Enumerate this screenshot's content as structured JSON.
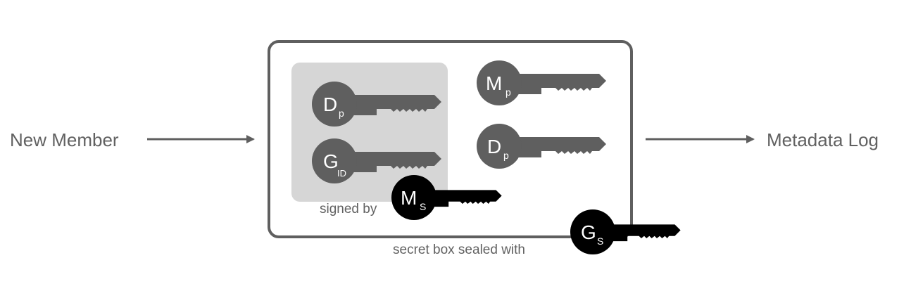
{
  "left_label": "New Member",
  "right_label": "Metadata Log",
  "signed_caption": "signed by",
  "sealed_caption": "secret box sealed with",
  "colors": {
    "gray_key": "#5f5f5f",
    "black_key": "#000000",
    "frame": "#5f5f5f",
    "panel": "#d6d6d6",
    "arrow": "#5f5f5f"
  },
  "keys": {
    "signed_key_1": {
      "main": "D",
      "sub": "p"
    },
    "signed_key_2": {
      "main": "G",
      "sub": "ID"
    },
    "open_key_1": {
      "main": "M",
      "sub": "p"
    },
    "open_key_2": {
      "main": "D",
      "sub": "p"
    },
    "signer_key": {
      "main": "M",
      "sub": "S"
    },
    "sealer_key": {
      "main": "G",
      "sub": "S"
    }
  }
}
